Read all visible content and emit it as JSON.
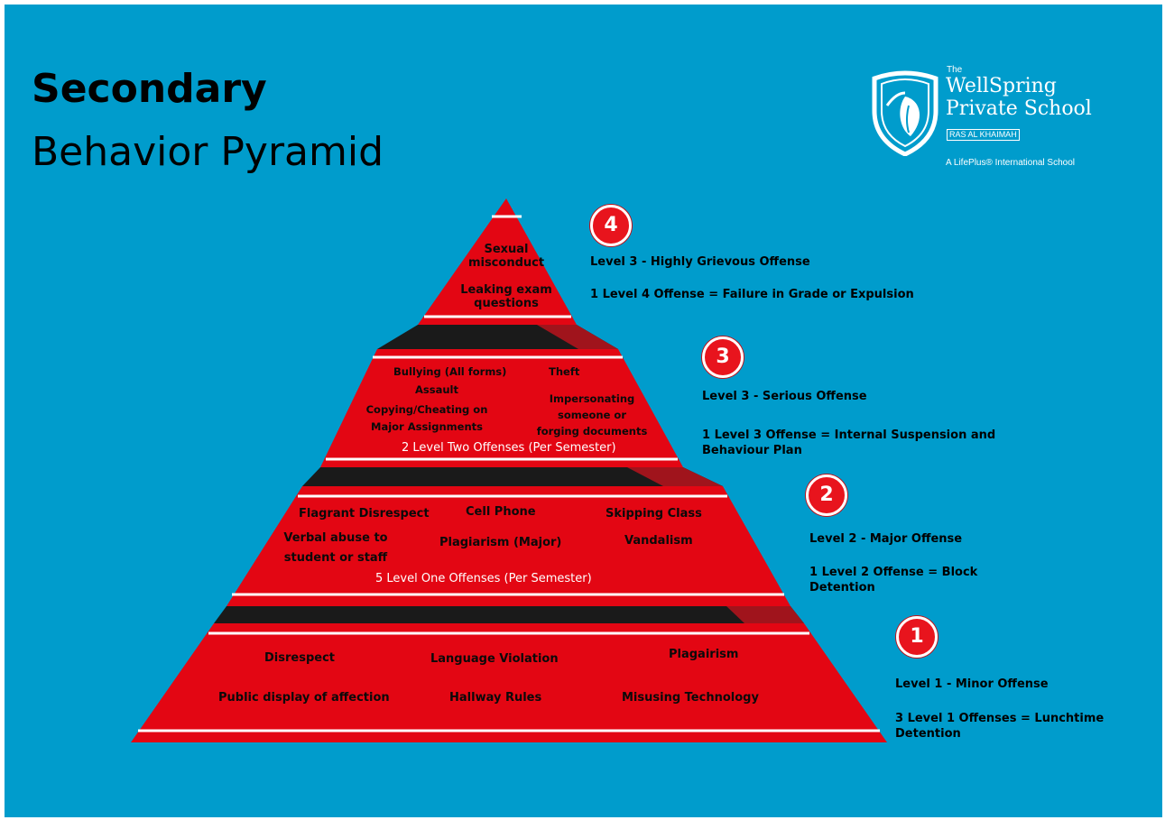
{
  "title": {
    "line1": "Secondary",
    "line2": "Behavior Pyramid"
  },
  "logo": {
    "the": "The",
    "name_line1": "WellSpring",
    "name_line2": "Private School",
    "location": "RAS AL KHAIMAH",
    "tagline": "A LifePlus® International School"
  },
  "colors": {
    "background": "#009ccc",
    "pyramid_red": "#e30613",
    "divider": "#ffffff",
    "band": "#1a1a1a"
  },
  "tiers": [
    {
      "badge": "4",
      "offenses": [
        "Sexual misconduct",
        "Leaking exam questions"
      ],
      "level_label": "Level 3 - Highly Grievous Offense",
      "consequence": "1 Level 4 Offense = Failure in Grade or Expulsion"
    },
    {
      "badge": "3",
      "offenses": [
        "Bullying (All forms)",
        "Assault",
        "Copying/Cheating on Major Assignments",
        "Theft",
        "Impersonating someone or forging documents"
      ],
      "escalation": "2 Level Two Offenses (Per Semester)",
      "level_label": "Level 3 - Serious Offense",
      "consequence": "1 Level 3 Offense = Internal Suspension and Behaviour Plan"
    },
    {
      "badge": "2",
      "offenses": [
        "Flagrant Disrespect",
        "Cell Phone",
        "Skipping Class",
        "Verbal abuse to student or staff",
        "Plagiarism (Major)",
        "Vandalism"
      ],
      "escalation": "5 Level One Offenses (Per Semester)",
      "level_label": "Level 2 - Major Offense",
      "consequence": "1 Level 2 Offense = Block Detention"
    },
    {
      "badge": "1",
      "offenses": [
        "Disrespect",
        "Language Violation",
        "Plagairism",
        "Public display of affection",
        "Hallway Rules",
        "Misusing Technology"
      ],
      "level_label": "Level 1 - Minor Offense",
      "consequence": "3 Level 1 Offenses = Lunchtime Detention"
    }
  ]
}
